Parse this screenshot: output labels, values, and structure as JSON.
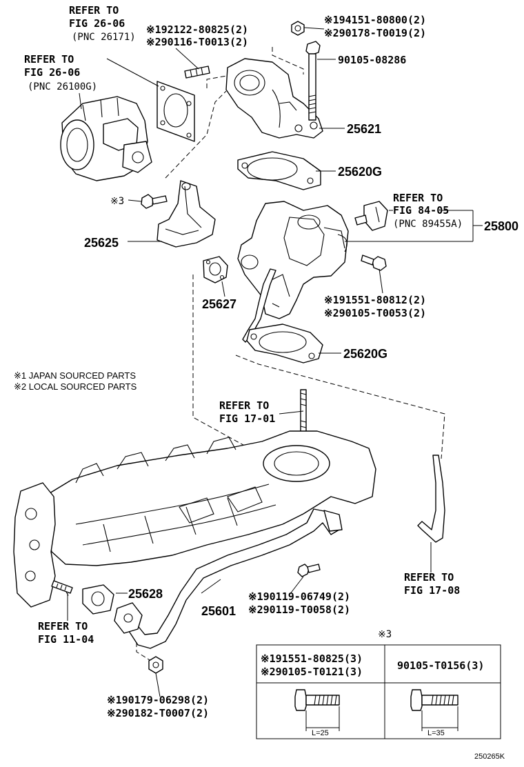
{
  "labels": {
    "ref_fig26_06_top": [
      "REFER TO",
      "FIG 26-06",
      "(PNC 26171)"
    ],
    "ref_fig26_06_left": [
      "REFER TO",
      "FIG 26-06",
      "(PNC 26100G)"
    ],
    "pn_92122": [
      "※192122-80825(2)",
      "※290116-T0013(2)"
    ],
    "pn_94151": [
      "※194151-80800(2)",
      "※290178-T0019(2)"
    ],
    "pn_90105_08286": "90105-08286",
    "pn_25621": "25621",
    "pn_25620g_top": "25620G",
    "ref_fig84_05": [
      "REFER TO",
      "FIG 84-05",
      "(PNC 89455A)"
    ],
    "pn_25800": "25800",
    "note3_marker": "※3",
    "pn_25625": "25625",
    "pn_25627": "25627",
    "pn_91551_08812": [
      "※191551-80812(2)",
      "※290105-T0053(2)"
    ],
    "pn_25620g_bottom": "25620G",
    "notes": [
      "※1 JAPAN SOURCED PARTS",
      "※2 LOCAL SOURCED PARTS"
    ],
    "ref_fig17_01": [
      "REFER TO",
      "FIG 17-01"
    ],
    "pn_25628": "25628",
    "pn_25601": "25601",
    "pn_90119": [
      "※190119-06749(2)",
      "※290119-T0058(2)"
    ],
    "ref_fig17_08": [
      "REFER TO",
      "FIG 17-08"
    ],
    "ref_fig11_04": [
      "REFER TO",
      "FIG 11-04"
    ],
    "pn_90179": [
      "※190179-06298(2)",
      "※290182-T0007(2)"
    ],
    "diagram_code": "250265K"
  },
  "bolt_table": {
    "marker": "※3",
    "left_head": [
      "※191551-80825(3)",
      "※290105-T0121(3)"
    ],
    "right_head": "90105-T0156(3)",
    "left_len": "L=25",
    "right_len": "L=35"
  }
}
